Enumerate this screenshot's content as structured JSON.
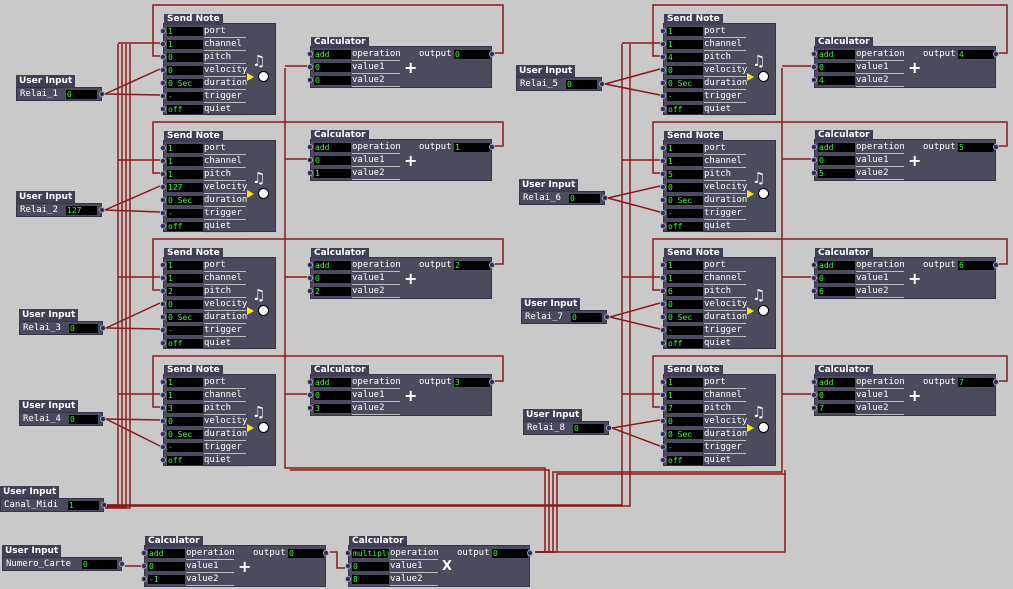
{
  "colors": {
    "background": "#c9c9c9",
    "actor": "#4b4b5e",
    "wire": "#8b1a1a",
    "value_text": "#3cff3c",
    "trigger_arrow": "#ffe800"
  },
  "icons": {
    "send_note": "music-note-icon",
    "midi": "midi-plug-icon",
    "add": "plus-icon",
    "multiply": "times-icon"
  },
  "send_note": {
    "title": "Send Note",
    "labels": {
      "port": "port",
      "channel": "channel",
      "pitch": "pitch",
      "velocity": "velocity",
      "duration": "duration",
      "trigger": "trigger",
      "quiet": "quiet"
    },
    "instances": [
      {
        "port": "1",
        "channel": "1",
        "pitch": "0",
        "velocity": "0",
        "duration": "0 Sec",
        "trigger": "-",
        "quiet": "off"
      },
      {
        "port": "1",
        "channel": "1",
        "pitch": "1",
        "velocity": "127",
        "duration": "0 Sec",
        "trigger": "-",
        "quiet": "off"
      },
      {
        "port": "1",
        "channel": "1",
        "pitch": "2",
        "velocity": "0",
        "duration": "0 Sec",
        "trigger": "-",
        "quiet": "off"
      },
      {
        "port": "1",
        "channel": "1",
        "pitch": "3",
        "velocity": "0",
        "duration": "0 Sec",
        "trigger": "-",
        "quiet": "off"
      },
      {
        "port": "1",
        "channel": "1",
        "pitch": "4",
        "velocity": "0",
        "duration": "0 Sec",
        "trigger": "-",
        "quiet": "off"
      },
      {
        "port": "1",
        "channel": "1",
        "pitch": "5",
        "velocity": "0",
        "duration": "0 Sec",
        "trigger": "-",
        "quiet": "off"
      },
      {
        "port": "1",
        "channel": "1",
        "pitch": "6",
        "velocity": "0",
        "duration": "0 Sec",
        "trigger": "-",
        "quiet": "off"
      },
      {
        "port": "1",
        "channel": "1",
        "pitch": "7",
        "velocity": "0",
        "duration": "0 Sec",
        "trigger": "-",
        "quiet": "off"
      }
    ]
  },
  "calculator": {
    "title": "Calculator",
    "labels": {
      "operation": "operation",
      "value1": "value1",
      "value2": "value2",
      "output": "output"
    },
    "instances": [
      {
        "operation": "add",
        "value1": "0",
        "value2": "0",
        "output": "0"
      },
      {
        "operation": "add",
        "value1": "0",
        "value2": "1",
        "output": "1"
      },
      {
        "operation": "add",
        "value1": "0",
        "value2": "2",
        "output": "2"
      },
      {
        "operation": "add",
        "value1": "0",
        "value2": "3",
        "output": "3"
      },
      {
        "operation": "add",
        "value1": "0",
        "value2": "4",
        "output": "4"
      },
      {
        "operation": "add",
        "value1": "0",
        "value2": "5",
        "output": "5"
      },
      {
        "operation": "add",
        "value1": "0",
        "value2": "6",
        "output": "6"
      },
      {
        "operation": "add",
        "value1": "0",
        "value2": "7",
        "output": "7"
      },
      {
        "operation": "add",
        "value1": "0",
        "value2": "-1",
        "output": "0"
      },
      {
        "operation": "multiply",
        "value1": "0",
        "value2": "8",
        "output": "0"
      }
    ]
  },
  "user_inputs": {
    "title": "User Input",
    "instances": [
      {
        "name": "Relai_1",
        "value": "0"
      },
      {
        "name": "Relai_2",
        "value": "127"
      },
      {
        "name": "Relai_3",
        "value": "0"
      },
      {
        "name": "Relai_4",
        "value": "0"
      },
      {
        "name": "Relai_5",
        "value": "0"
      },
      {
        "name": "Relai_6",
        "value": "0"
      },
      {
        "name": "Relai_7",
        "value": "0"
      },
      {
        "name": "Relai_8",
        "value": "0"
      },
      {
        "name": "Canal_Midi",
        "value": "1"
      },
      {
        "name": "Numero_Carte",
        "value": "0"
      }
    ]
  }
}
